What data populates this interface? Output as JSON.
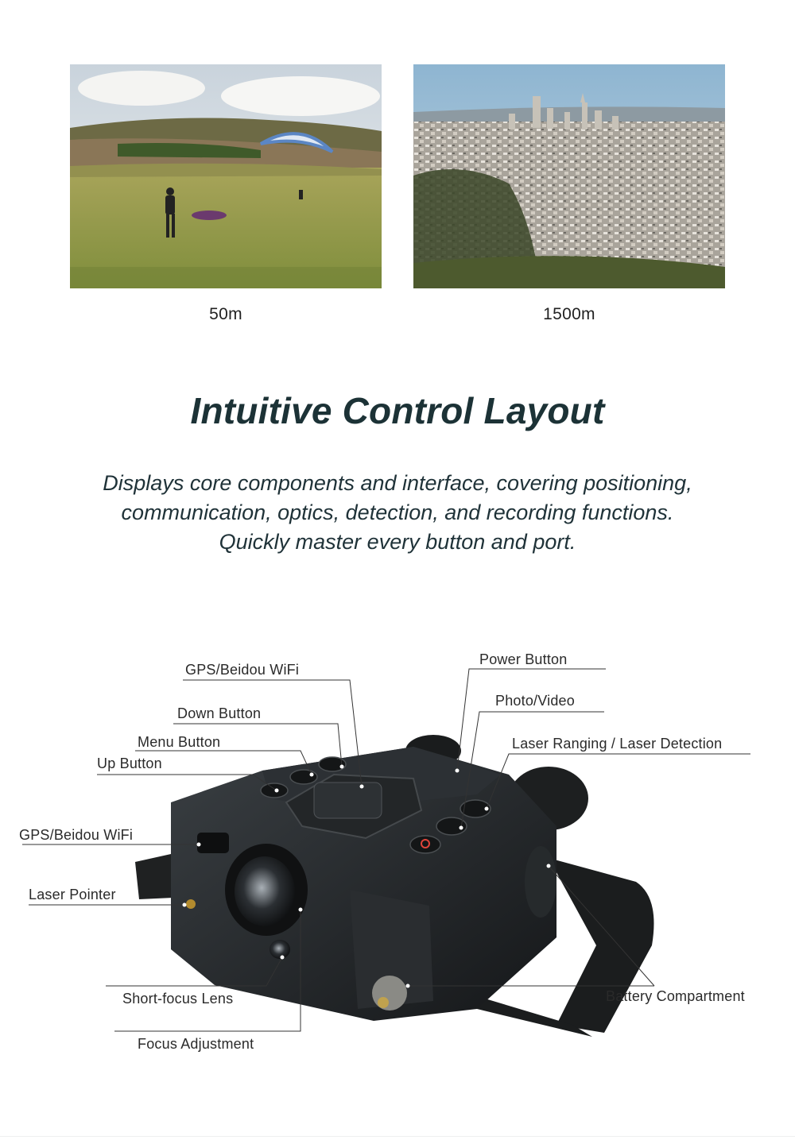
{
  "comparison": {
    "left": {
      "caption": "50m",
      "scene": "paraglider-field-photo"
    },
    "right": {
      "caption": "1500m",
      "scene": "city-skyline-photo"
    }
  },
  "section": {
    "title": "Intuitive Control Layout",
    "description": [
      "Displays core components and interface, covering positioning,",
      "communication, optics, detection, and recording functions.",
      "Quickly master every button and port."
    ]
  },
  "diagram": {
    "product": "thermal-binocular-image",
    "labels": {
      "gps_wifi_top": "GPS/Beidou WiFi",
      "down_button": "Down Button",
      "menu_button": "Menu Button",
      "up_button": "Up Button",
      "gps_wifi_side": "GPS/Beidou WiFi",
      "laser_pointer": "Laser Pointer",
      "short_focus_lens": "Short-focus Lens",
      "focus_adjustment": "Focus Adjustment",
      "power_button": "Power Button",
      "photo_video": "Photo/Video",
      "laser_ranging": "Laser Ranging / Laser Detection",
      "battery_compartment": "Battery Compartment"
    },
    "colors": {
      "leader_line": "#333333",
      "device_body": "#232628",
      "accent_red": "#e0443a"
    }
  }
}
